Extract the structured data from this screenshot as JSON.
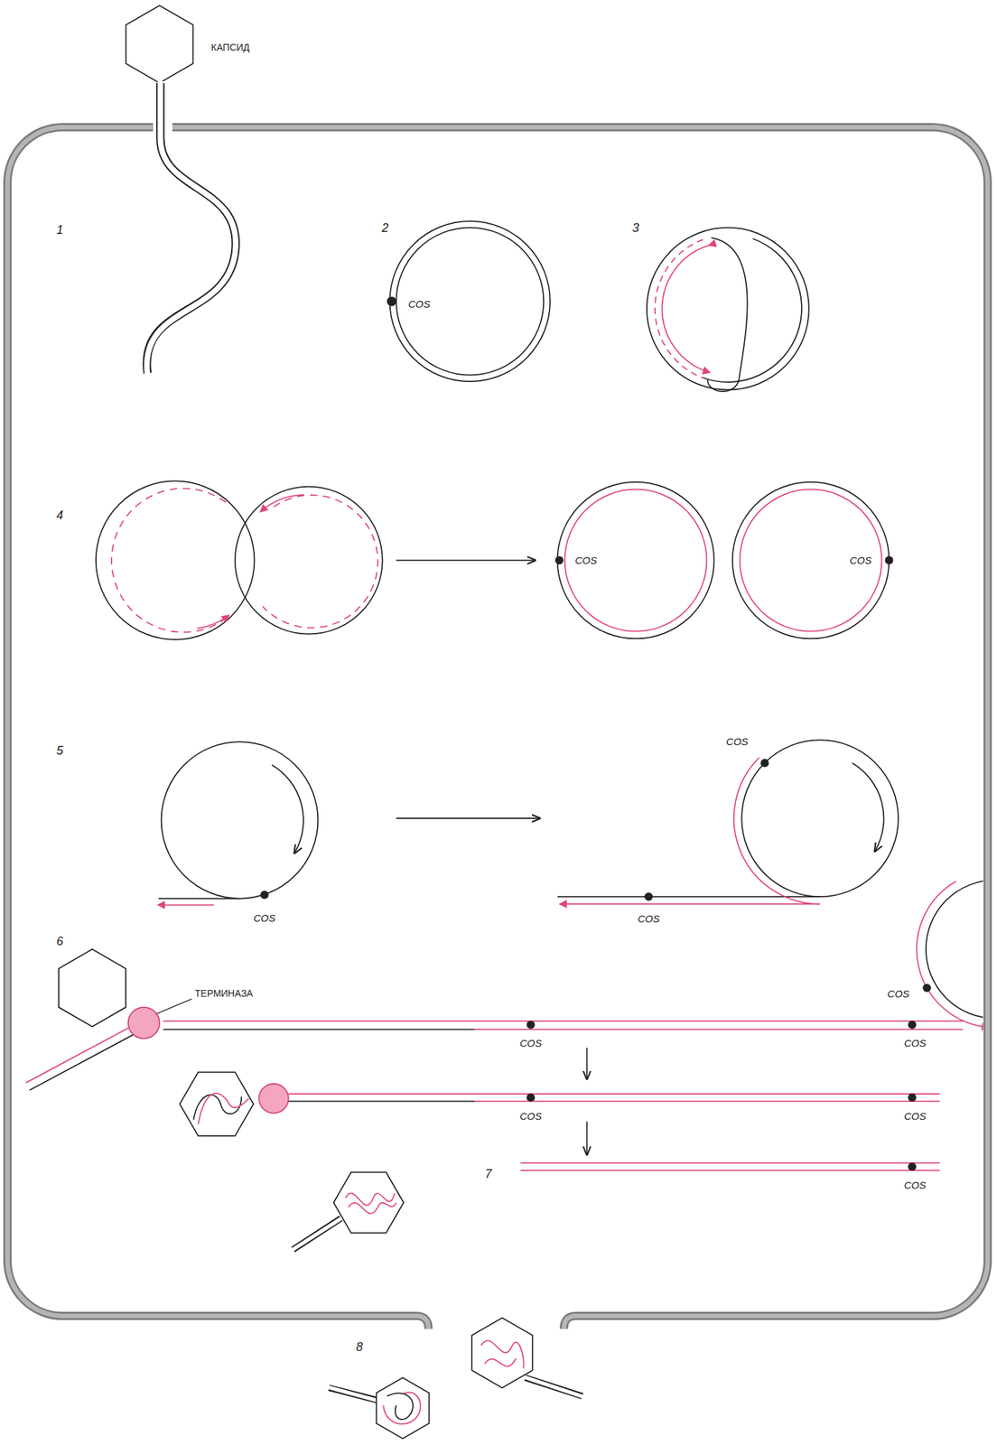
{
  "diagram": {
    "labels": [
      "КАПСИД",
      "1",
      "2",
      "COS",
      "3",
      "4",
      "COS",
      "COS",
      "5",
      "COS",
      "COS",
      "COS",
      "6",
      "ТЕРМИНАЗА",
      "COS",
      "COS",
      "COS",
      "COS",
      "COS",
      "7",
      "COS",
      "8"
    ]
  }
}
